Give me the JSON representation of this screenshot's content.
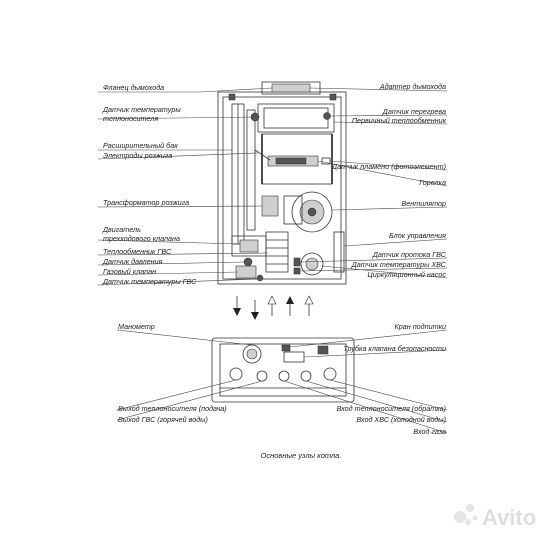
{
  "top_view": {
    "left_labels": [
      "Фланец дымохода",
      "Датчик температуры",
      "теплоносителя",
      "Расширительный бак",
      "Электроды розжига",
      "Трансформатор розжига",
      "Двигатель",
      "трехходового клапана",
      "Теплообменник ГВС",
      "Датчик давления",
      "Газовый клапан",
      "Датчик температуры ГВС"
    ],
    "right_labels": [
      "Адаптер дымохода",
      "Датчик перегрева",
      "Первичный теплообменник",
      "Датчик пламени (фотоэлемент)",
      "Горелка",
      "Вентилятор",
      "Блок управления",
      "Датчик протока ГВС",
      "Датчик температуры ХВС",
      "Циркуляционный насос"
    ]
  },
  "bottom_view": {
    "left_labels": [
      "Манометр",
      "Выход теплоносителя (подача)",
      "Выход ГВС (горячей воды)"
    ],
    "right_labels": [
      "Кран подпитки",
      "Трубка клапана безопасности",
      "Вход теплоносителя (обратка)",
      "Вход ХВС (холодной воды)",
      "Вход газа"
    ]
  },
  "caption": "Основные узлы котла.",
  "watermark": "Avito"
}
